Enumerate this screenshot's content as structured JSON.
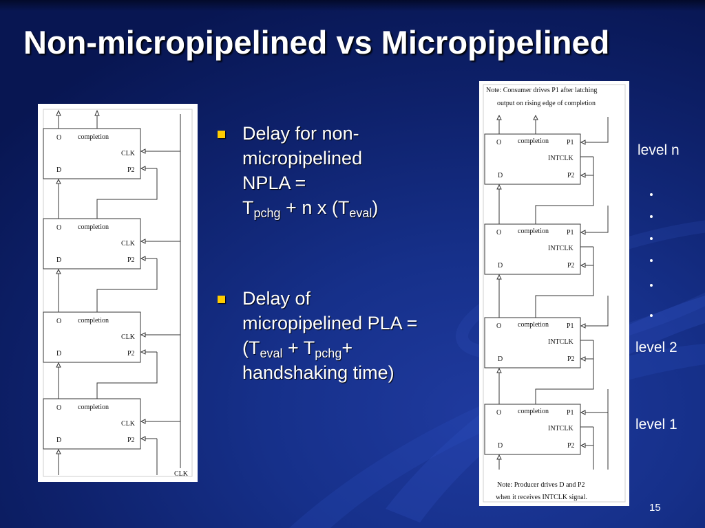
{
  "title": "Non-micropipelined vs Micropipelined",
  "left_diagram": {
    "stage_labels": {
      "output": "O",
      "completion": "completion",
      "clock": "CLK",
      "input": "D",
      "precharge2": "P2"
    },
    "bottom_clock_label": "CLK"
  },
  "bullets": [
    {
      "lines": [
        "Delay for non-",
        "micropipelined",
        "NPLA ="
      ],
      "formula": {
        "t1": "T",
        "t1_sub": "pchg",
        "mid": " + n x (T",
        "t2_sub": "eval",
        "end": ")"
      }
    },
    {
      "lines": [
        "Delay of",
        "micropipelined PLA ="
      ],
      "formula": {
        "open": "(T",
        "t1_sub": "eval",
        "mid": " + T",
        "t2_sub": "pchg",
        "end": "+"
      },
      "last_line": "handshaking time)"
    }
  ],
  "right_diagram": {
    "top_note_line1": "Note: Consumer drives P1 after latching",
    "top_note_line2": "output on rising edge of completion",
    "stage_labels": {
      "output": "O",
      "completion": "completion",
      "precharge1": "P1",
      "internal_clock": "INTCLK",
      "input": "D",
      "precharge2": "P2"
    },
    "bottom_note_line1": "Note: Producer drives D and P2",
    "bottom_note_line2": "when it receives INTCLK signal."
  },
  "level_labels": {
    "top": "level n",
    "middle": "level 2",
    "bottom": "level 1"
  },
  "ellipsis_dots": 6,
  "page_number": "15",
  "colors": {
    "background": "#16308a",
    "bullet": "#ffcc00",
    "text": "#ffffff"
  }
}
